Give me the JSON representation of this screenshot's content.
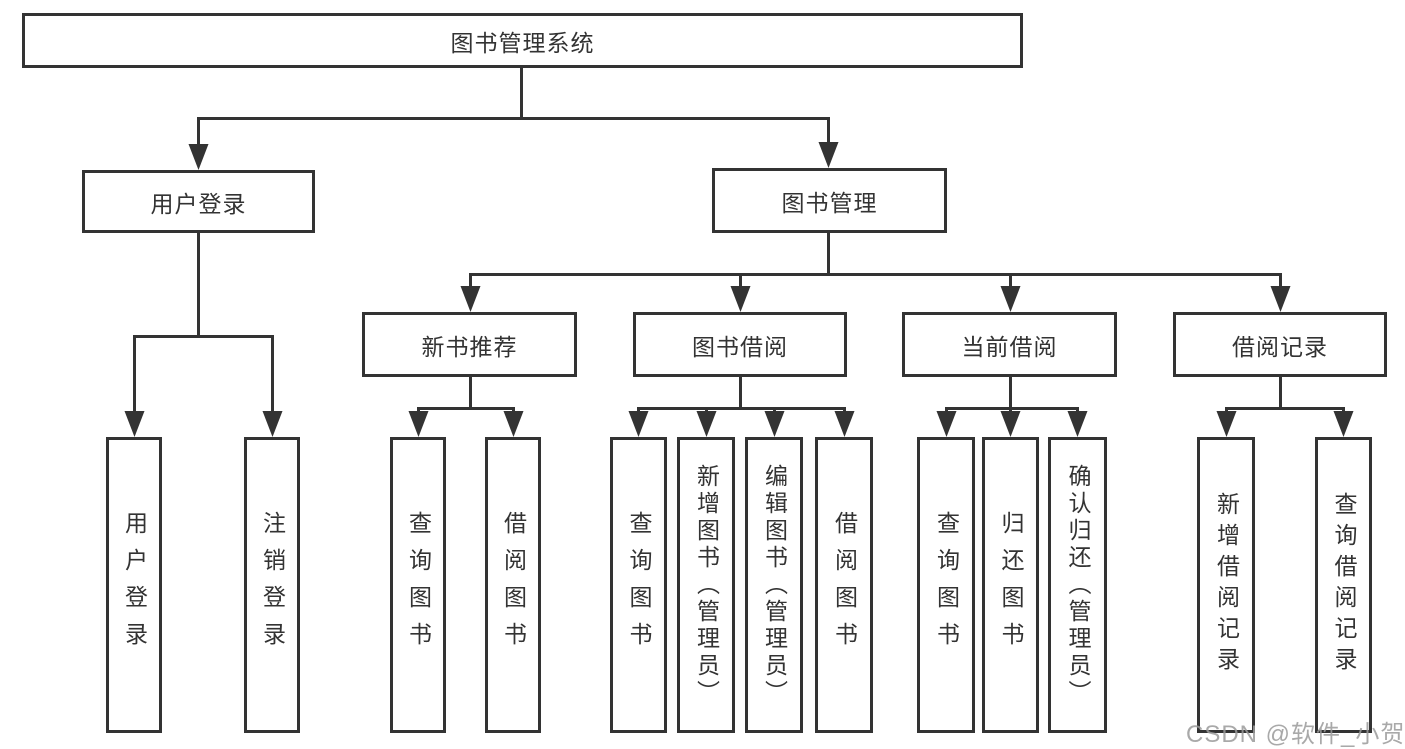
{
  "root": {
    "label": "图书管理系统"
  },
  "level1": {
    "user_login": "用户登录",
    "book_mgmt": "图书管理"
  },
  "level2": {
    "new_book": "新书推荐",
    "borrow": "图书借阅",
    "current": "当前借阅",
    "records": "借阅记录"
  },
  "leaves": {
    "user_login": "用户登录",
    "logout": "注销登录",
    "nb_query": "查询图书",
    "nb_borrow": "借阅图书",
    "bb_query": "查询图书",
    "bb_add": "新增图书（管理员）",
    "bb_edit": "编辑图书（管理员）",
    "bb_borrow": "借阅图书",
    "cb_query": "查询图书",
    "cb_return": "归还图书",
    "cb_confirm": "确认归还（管理员）",
    "rec_add": "新增借阅记录",
    "rec_query": "查询借阅记录"
  },
  "watermark": "CSDN @软件_小贺同学",
  "colors": {
    "line": "#333333",
    "box_border": "#333333",
    "box_fill": "#ffffff",
    "text": "#333333",
    "watermark": "#9b9b9b"
  }
}
